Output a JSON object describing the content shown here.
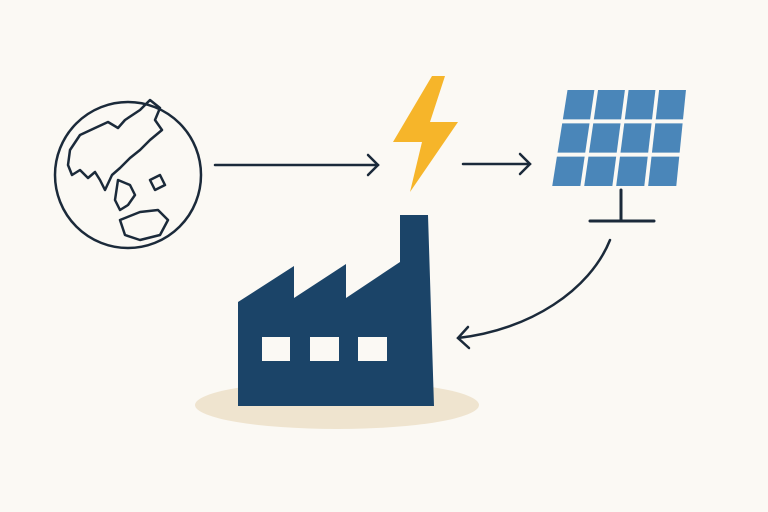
{
  "diagram": {
    "nodes": [
      {
        "id": "globe",
        "icon": "globe-icon"
      },
      {
        "id": "energy",
        "icon": "lightning-bolt-icon"
      },
      {
        "id": "solar",
        "icon": "solar-panel-icon"
      },
      {
        "id": "factory",
        "icon": "factory-icon"
      }
    ],
    "edges": [
      {
        "from": "globe",
        "to": "energy"
      },
      {
        "from": "energy",
        "to": "solar"
      },
      {
        "from": "solar",
        "to": "factory"
      }
    ]
  },
  "colors": {
    "background": "#fbf9f4",
    "ink": "#1b2a3a",
    "factory": "#1b4468",
    "panel": "#4a86b9",
    "bolt": "#f6b52a",
    "shadow": "#efe4cf"
  }
}
